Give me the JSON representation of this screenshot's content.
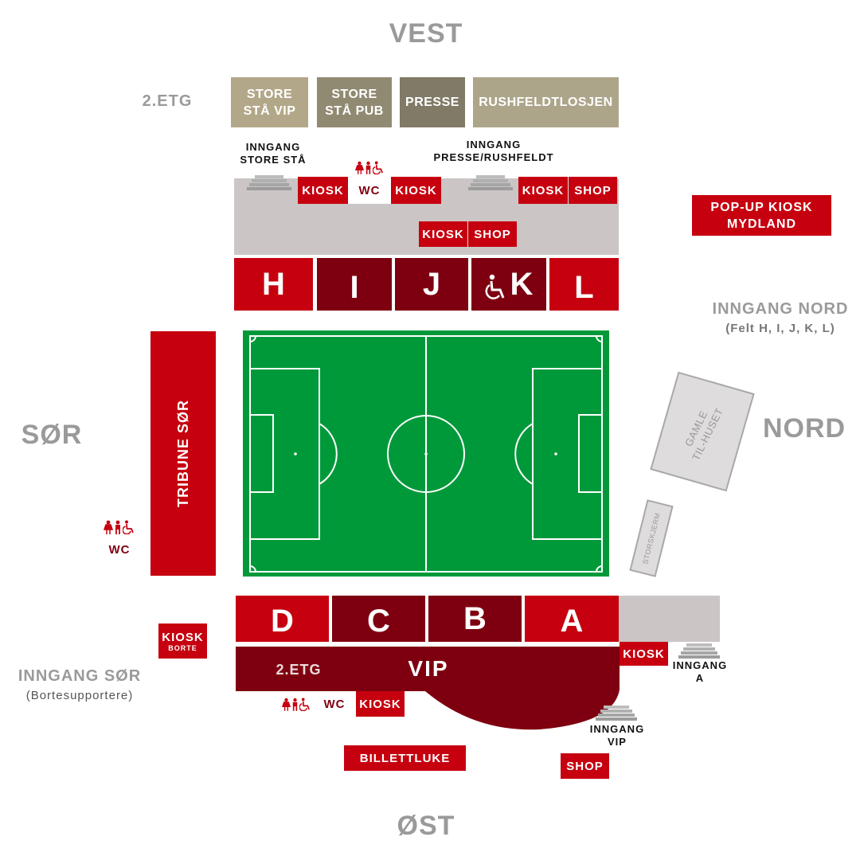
{
  "compass": {
    "west": "VEST",
    "east": "ØST",
    "south": "SØR",
    "north": "NORD"
  },
  "west_stand": {
    "floor_label": "2.ETG",
    "lounges": [
      "STORE\nSTÅ VIP",
      "STORE\nSTÅ PUB",
      "PRESSE",
      "RUSHFELDTLOSJEN"
    ],
    "entrances": [
      {
        "line1": "INNGANG",
        "line2": "STORE STÅ"
      },
      {
        "line1": "INNGANG",
        "line2": "PRESSE/RUSHFELDT"
      }
    ],
    "kiosk": "KIOSK",
    "shop": "SHOP",
    "wc": "WC",
    "sections": [
      "H",
      "I",
      "J",
      "K",
      "L"
    ]
  },
  "popup_kiosk": {
    "line1": "POP-UP KIOSK",
    "line2": "MYDLAND"
  },
  "north_entrance": {
    "title": "INNGANG NORD",
    "subtitle": "(Felt H, I, J, K, L)"
  },
  "north_area": {
    "old_house_line1": "GAMLE",
    "old_house_line2": "TIL-HUSET",
    "big_screen": "STORSKJERM"
  },
  "south_stand": {
    "name": "TRIBUNE SØR",
    "wc": "WC"
  },
  "south_entrance": {
    "title": "INNGANG SØR",
    "subtitle": "(Bortesupportere)"
  },
  "away_kiosk": {
    "line1": "KIOSK",
    "line2": "BORTE"
  },
  "east_stand": {
    "sections": [
      "D",
      "C",
      "B",
      "A"
    ],
    "floor_label": "2.ETG",
    "vip": "VIP",
    "wc": "WC",
    "kiosk": "KIOSK",
    "entrance_a": {
      "line1": "INNGANG",
      "line2": "A"
    },
    "entrance_vip": {
      "line1": "INNGANG",
      "line2": "VIP"
    },
    "ticket_office": "BILLETTLUKE",
    "shop": "SHOP"
  },
  "colors": {
    "red": "#c6000f",
    "dark_red": "#7e0010",
    "pitch_green": "#00993a",
    "concourse_gray": "#cbc5c5",
    "compass_gray": "#9a9a9a"
  },
  "icons": [
    "female-toilet-icon",
    "male-toilet-icon",
    "wheelchair-icon",
    "stairs-icon"
  ]
}
